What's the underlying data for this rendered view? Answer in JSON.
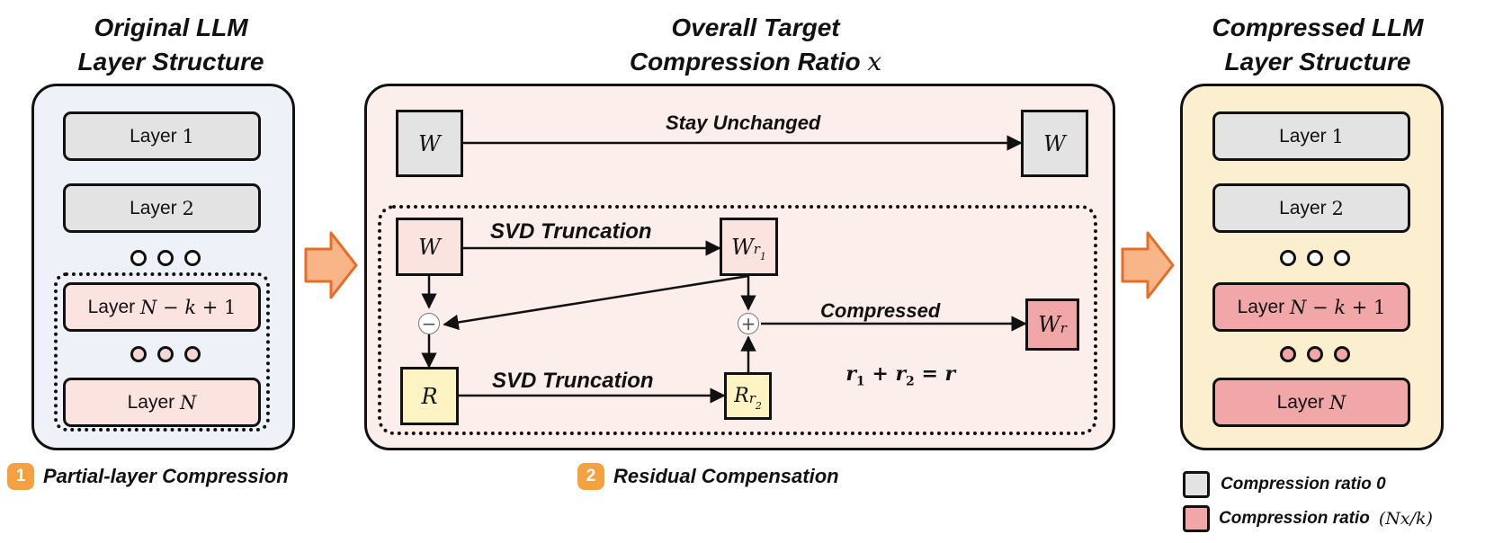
{
  "colors": {
    "left_panel": "#eef1f7",
    "middle_panel": "#fceeea",
    "right_panel": "#fcefcf",
    "gray_layer": "#e3e3e3",
    "pink_layer": "#fbe3df",
    "red_layer": "#f1a7a7",
    "residual": "#fdf3c3",
    "arrow_orange": "#f8b688",
    "arrow_orange_stroke": "#e46d2a",
    "badge": "#f5a13f"
  },
  "left": {
    "title_line1": "Original LLM",
    "title_line2": "Layer Structure",
    "layers": {
      "layer_1": {
        "prefix": "Layer",
        "index": "1"
      },
      "layer_2": {
        "prefix": "Layer",
        "index": "2"
      },
      "layer_nk1": {
        "prefix": "Layer",
        "N": "N",
        "minus": " − ",
        "k": "k",
        "plus": " + ",
        "one": "1"
      },
      "layer_n": {
        "prefix": "Layer",
        "N": "N"
      }
    },
    "caption": {
      "badge": "1",
      "text": "Partial-layer Compression"
    }
  },
  "middle": {
    "title_line1": "Overall Target",
    "title_line2_text": "Compression Ratio",
    "title_line2_var": "x",
    "top_W_left": "W",
    "top_W_right": "W",
    "stay_label": "Stay Unchanged",
    "res_W": "W",
    "svd_label_1": "SVD Truncation",
    "svd_label_2": "SVD Truncation",
    "Wr1": {
      "base": "W",
      "sub": "r",
      "subsub": "1"
    },
    "R": "R",
    "Rr2": {
      "base": "R",
      "sub": "r",
      "subsub": "2"
    },
    "minus_op": "−",
    "plus_op": "+",
    "compressed_label": "Compressed",
    "equation": {
      "r1": "r",
      "r1_sub": "1",
      "plus": " + ",
      "r2": "r",
      "r2_sub": "2",
      "eq": " = ",
      "r": "r"
    },
    "Wr": {
      "base": "W",
      "sub": "r"
    },
    "caption": {
      "badge": "2",
      "text": "Residual Compensation"
    }
  },
  "right": {
    "title_line1": "Compressed LLM",
    "title_line2": "Layer Structure",
    "layers": {
      "layer_1": {
        "prefix": "Layer",
        "index": "1"
      },
      "layer_2": {
        "prefix": "Layer",
        "index": "2"
      },
      "layer_nk1": {
        "prefix": "Layer",
        "N": "N",
        "minus": " − ",
        "k": "k",
        "plus": " + ",
        "one": "1"
      },
      "layer_n": {
        "prefix": "Layer",
        "N": "N"
      }
    }
  },
  "legend": {
    "item1": "Compression ratio 0",
    "item2_text": "Compression ratio",
    "item2_math": "(Nx/k)"
  }
}
